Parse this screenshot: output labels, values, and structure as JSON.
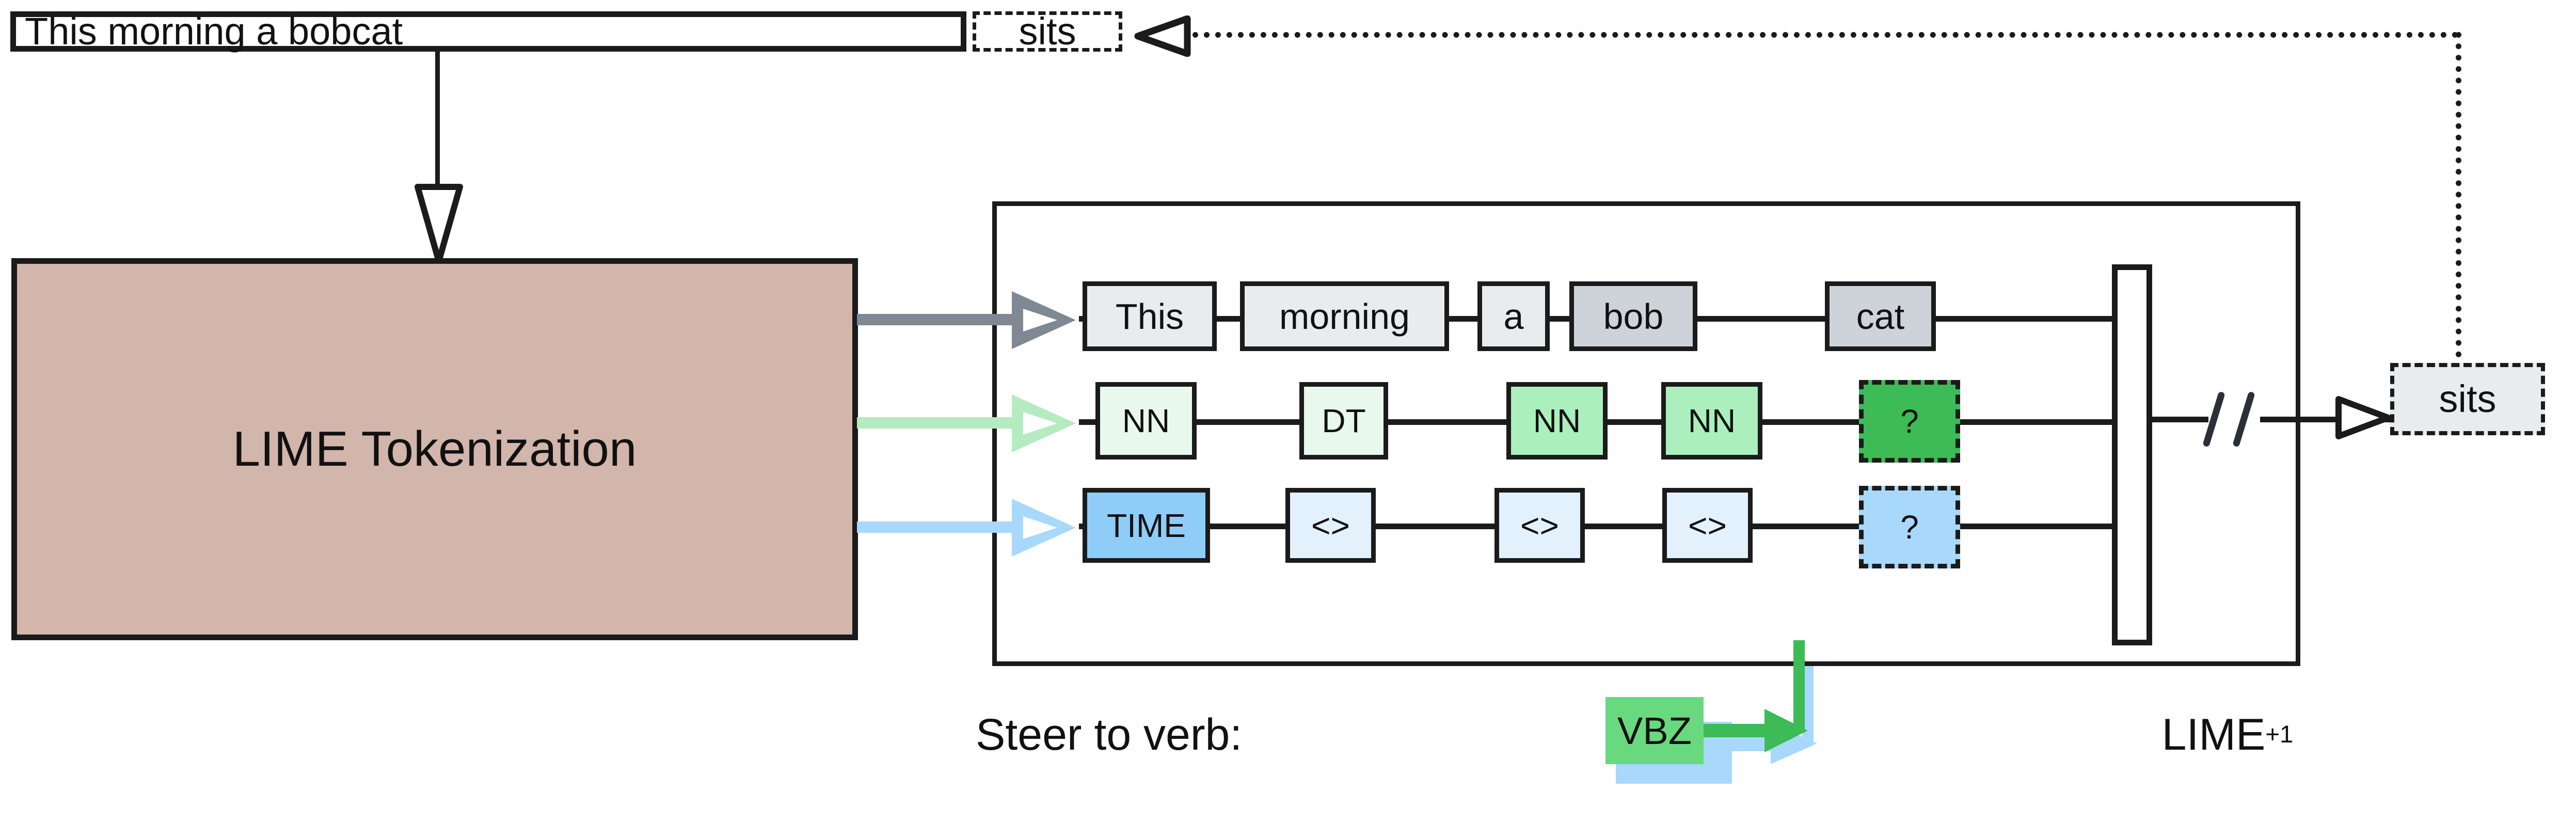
{
  "title": "LIME Tokenization and LIME+1 steering diagram",
  "input": {
    "sentence": "This morning a bobcat",
    "predicted_next_word": "sits",
    "feedback_arrow": "left-triangle-icon"
  },
  "tokenizer": {
    "label": "LIME Tokenization",
    "fill_color": "#d2b5ab",
    "border_color": "#1b1b1b"
  },
  "streams": [
    {
      "name": "tokens",
      "arrow_color": "#7f8994"
    },
    {
      "name": "pos_tags",
      "arrow_color": "#b5ebc0"
    },
    {
      "name": "ner_tags",
      "arrow_color": "#a8d8fb"
    }
  ],
  "lattice": {
    "rows": [
      {
        "name": "token-row",
        "cells": [
          {
            "text": "This",
            "fill": "#e8ecee",
            "dashed": false
          },
          {
            "text": "morning",
            "fill": "#e8ecee",
            "dashed": false
          },
          {
            "text": "a",
            "fill": "#e8ecee",
            "dashed": false
          },
          {
            "text": "bob",
            "fill": "#ced3da",
            "dashed": false
          },
          {
            "text": "cat",
            "fill": "#ced3da",
            "dashed": false
          }
        ]
      },
      {
        "name": "pos-row",
        "cells": [
          {
            "text": "NN",
            "fill": "#e9f8ed",
            "dashed": false
          },
          {
            "text": "DT",
            "fill": "#e9f8ed",
            "dashed": false
          },
          {
            "text": "NN",
            "fill": "#abefbd",
            "dashed": false
          },
          {
            "text": "NN",
            "fill": "#abefbd",
            "dashed": false
          },
          {
            "text": "?",
            "fill": "#3cbb56",
            "dashed": true
          }
        ]
      },
      {
        "name": "ner-row",
        "cells": [
          {
            "text": "TIME",
            "fill": "#8fcdf8",
            "dashed": false
          },
          {
            "text": "<>",
            "fill": "#e3f1fd",
            "dashed": false
          },
          {
            "text": "<>",
            "fill": "#e3f1fd",
            "dashed": false
          },
          {
            "text": "<>",
            "fill": "#e3f1fd",
            "dashed": false
          },
          {
            "text": "?",
            "fill": "#a8d8fb",
            "dashed": true
          }
        ]
      }
    ],
    "break_symbol": "//"
  },
  "output": {
    "word": "sits",
    "fill": "#e8ecee",
    "arrow": "open-triangle-right-icon"
  },
  "steer": {
    "label": "Steer to verb:",
    "tag": "VBZ",
    "tag_fill": "#69d97f",
    "shadow_fill": "#a8d8fb",
    "green_arrow_color": "#3cbb56",
    "blue_arrow_color": "#a8d8fb"
  },
  "model": {
    "name": "LIME",
    "superscript": "+1"
  }
}
